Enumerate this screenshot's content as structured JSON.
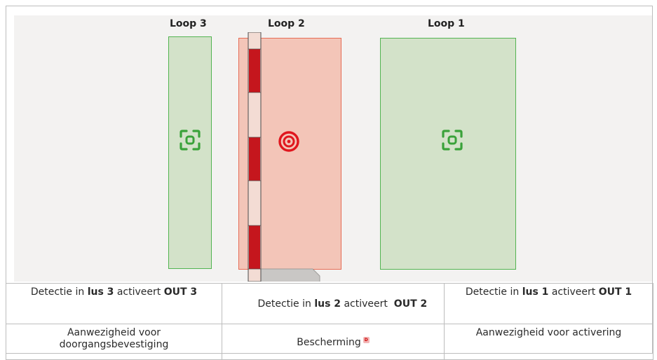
{
  "diagram": {
    "loops": [
      {
        "title": "Loop 3",
        "state": "presence",
        "color": "#52b451"
      },
      {
        "title": "Loop 2",
        "state": "active",
        "color": "#e66d56"
      },
      {
        "title": "Loop 1",
        "state": "presence",
        "color": "#52b451"
      }
    ],
    "icons": {
      "loop3": "detection-icon",
      "loop2": "target-icon",
      "loop1": "detection-icon"
    }
  },
  "table": {
    "row1": [
      {
        "pre": "Detectie in ",
        "b1": "lus 3",
        "mid": " activeert ",
        "b2": "OUT 3"
      },
      {
        "pre": "Detectie in ",
        "b1": "lus 2",
        "mid": " activeert  ",
        "b2": "OUT 2"
      },
      {
        "pre": "Detectie in ",
        "b1": "lus 1",
        "mid": " activeert ",
        "b2": "OUT 1"
      }
    ],
    "row2": [
      {
        "text": "Aanwezigheid voor doorgangsbevestiging"
      },
      {
        "text": "Bescherming",
        "note": "D"
      },
      {
        "text": "Aanwezigheid voor activering"
      }
    ]
  }
}
